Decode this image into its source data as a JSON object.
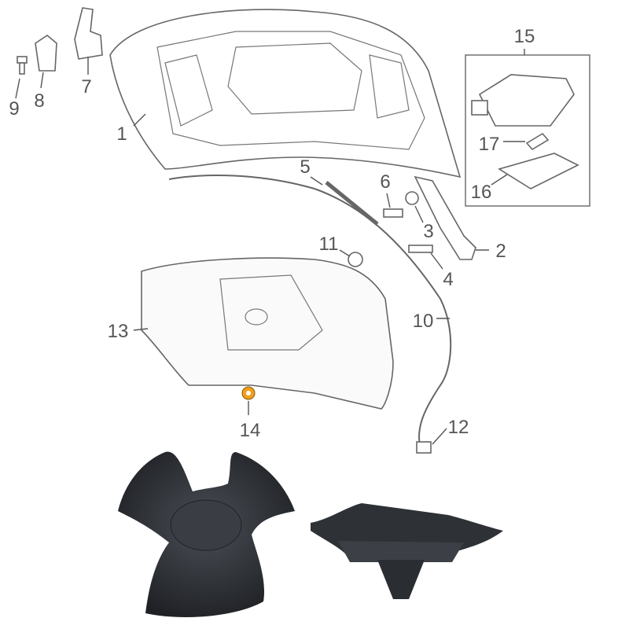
{
  "diagram": {
    "callouts": [
      {
        "id": "1",
        "label": "1"
      },
      {
        "id": "2",
        "label": "2"
      },
      {
        "id": "3",
        "label": "3"
      },
      {
        "id": "4",
        "label": "4"
      },
      {
        "id": "5",
        "label": "5"
      },
      {
        "id": "6",
        "label": "6"
      },
      {
        "id": "7",
        "label": "7"
      },
      {
        "id": "8",
        "label": "8"
      },
      {
        "id": "9",
        "label": "9"
      },
      {
        "id": "10",
        "label": "10"
      },
      {
        "id": "11",
        "label": "11"
      },
      {
        "id": "12",
        "label": "12"
      },
      {
        "id": "13",
        "label": "13"
      },
      {
        "id": "14",
        "label": "14"
      },
      {
        "id": "15",
        "label": "15"
      },
      {
        "id": "16",
        "label": "16"
      },
      {
        "id": "17",
        "label": "17"
      }
    ],
    "highlight_color": "#f0a020",
    "clip_color": "#2b2e33"
  }
}
